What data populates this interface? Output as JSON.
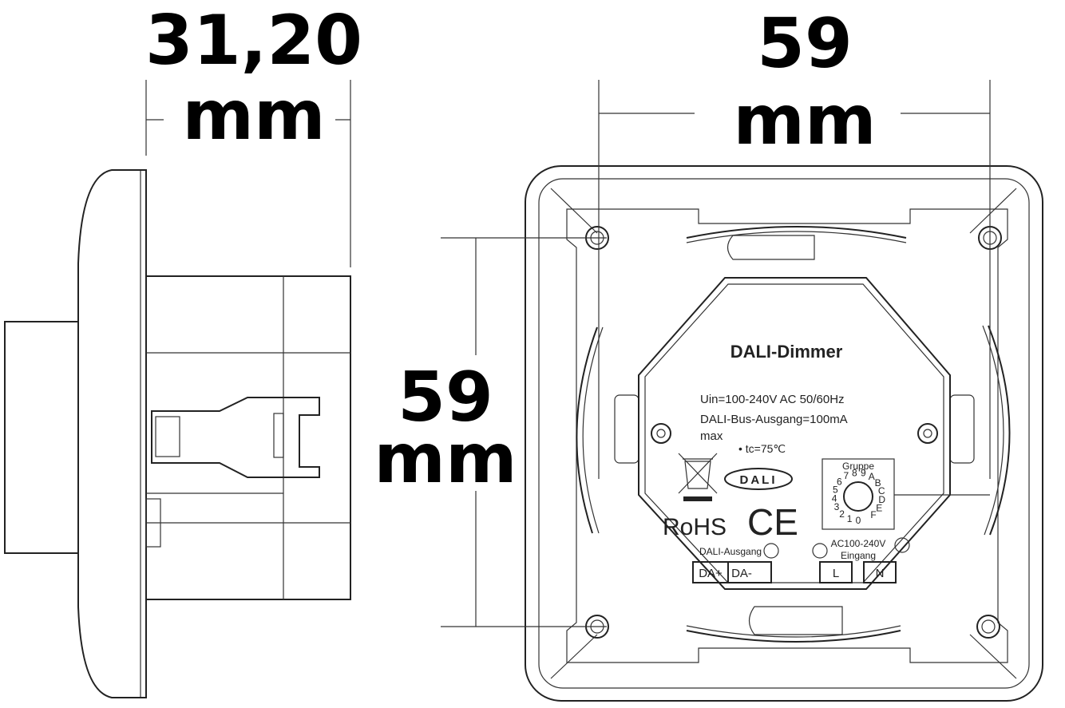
{
  "dimensions": {
    "depth_value": "31,20",
    "depth_unit": "mm",
    "width_value": "59",
    "width_unit": "mm",
    "height_value": "59",
    "height_unit": "mm"
  },
  "device": {
    "title": "DALI-Dimmer",
    "spec_line1": "Uin=100-240V AC 50/60Hz",
    "spec_line2": "DALI-Bus-Ausgang=100mA",
    "spec_line3": "max",
    "tc": "• tc=75℃",
    "rohs": "RoHS",
    "ce": "CE",
    "dali_logo": "DALI",
    "gruppe_label": "Gruppe",
    "dial_digits": [
      "0",
      "1",
      "2",
      "3",
      "4",
      "5",
      "6",
      "7",
      "8",
      "9",
      "A",
      "B",
      "C",
      "D",
      "E",
      "F"
    ],
    "output_label": "DALI-Ausgang",
    "input_label_1": "AC100-240V",
    "input_label_2": "Eingang",
    "terminals": [
      "DA+",
      "DA-",
      "L",
      "N"
    ]
  }
}
